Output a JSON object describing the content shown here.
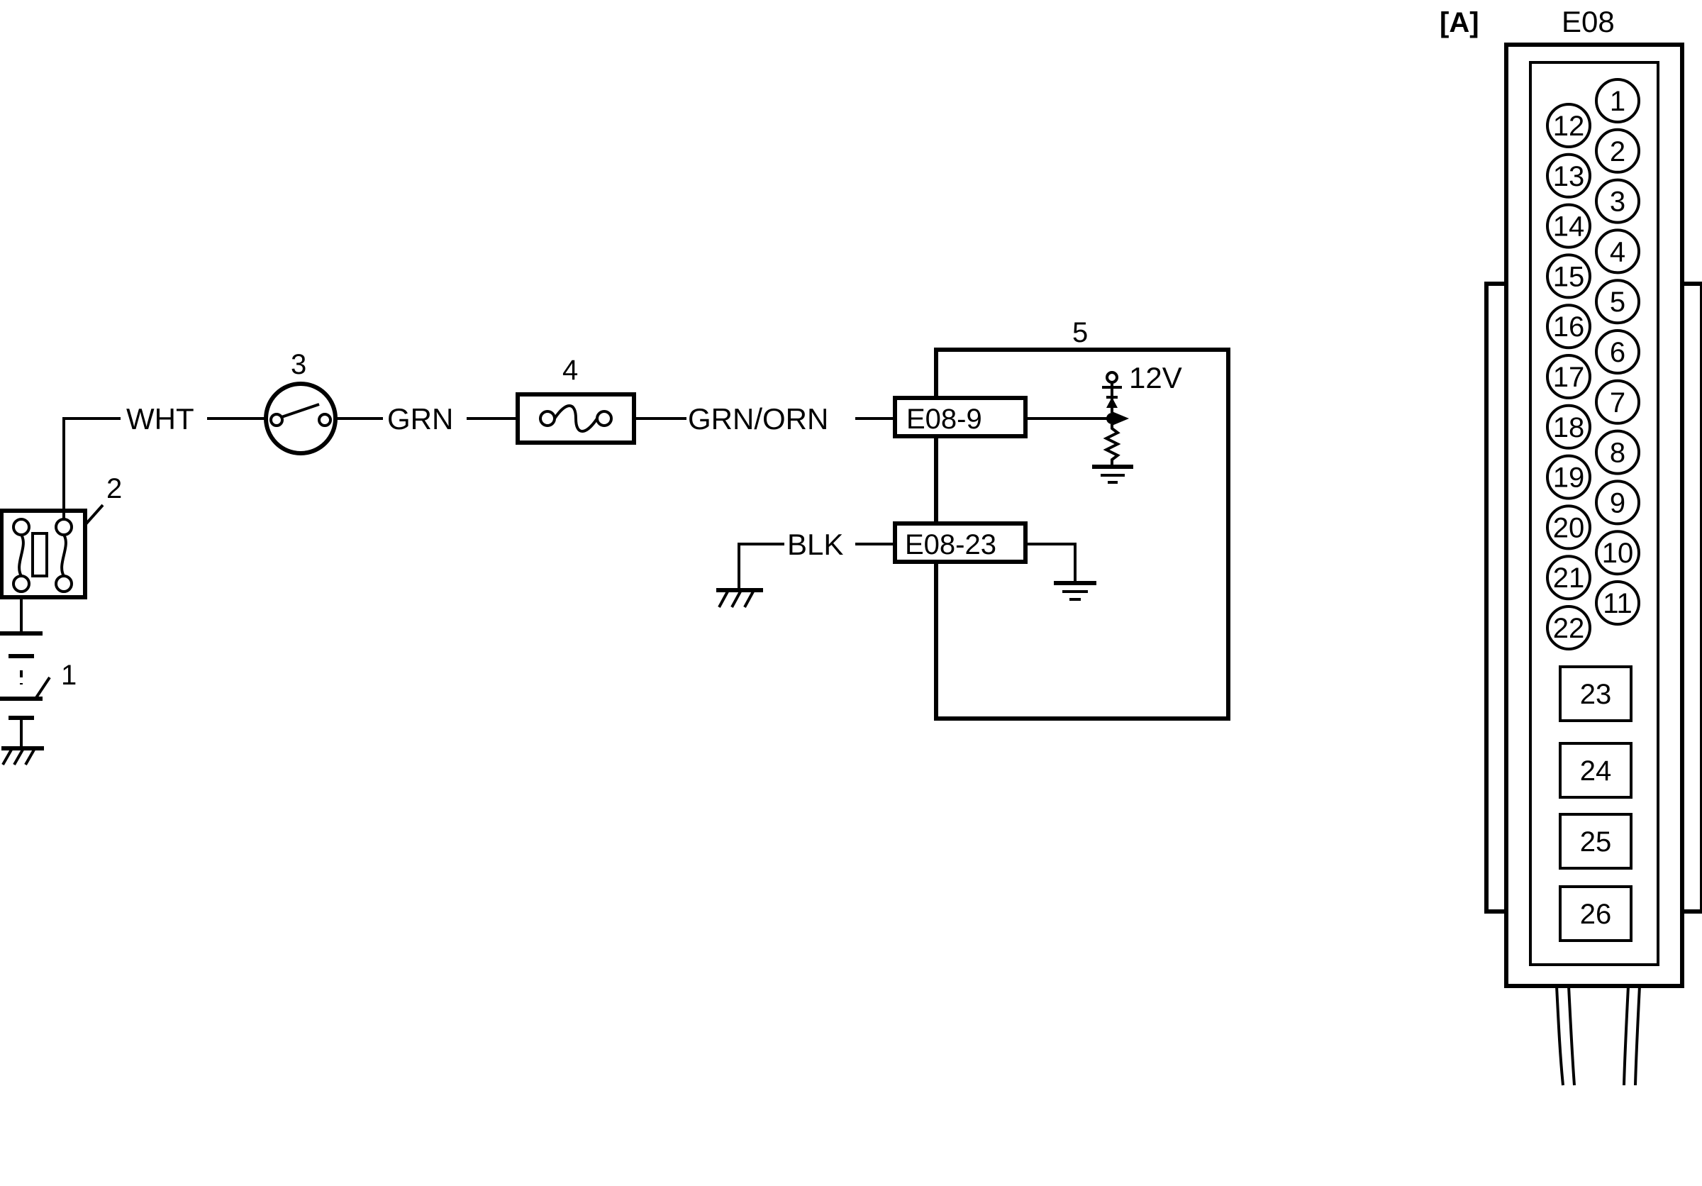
{
  "diagram": {
    "callouts": {
      "battery": "1",
      "fuse_box": "2",
      "ignition_switch": "3",
      "fuse": "4",
      "control_module": "5"
    },
    "wires": {
      "wht": "WHT",
      "grn": "GRN",
      "grn_orn": "GRN/ORN",
      "blk": "BLK"
    },
    "terminals": {
      "e08_9": "E08-9",
      "e08_23": "E08-23"
    },
    "supply_voltage": "12V"
  },
  "connector": {
    "view_tag": "[A]",
    "name": "E08",
    "round_pins_right": [
      "1",
      "2",
      "3",
      "4",
      "5",
      "6",
      "7",
      "8",
      "9",
      "10",
      "11"
    ],
    "round_pins_left": [
      "12",
      "13",
      "14",
      "15",
      "16",
      "17",
      "18",
      "19",
      "20",
      "21",
      "22"
    ],
    "square_pins": [
      "23",
      "24",
      "25",
      "26"
    ]
  }
}
